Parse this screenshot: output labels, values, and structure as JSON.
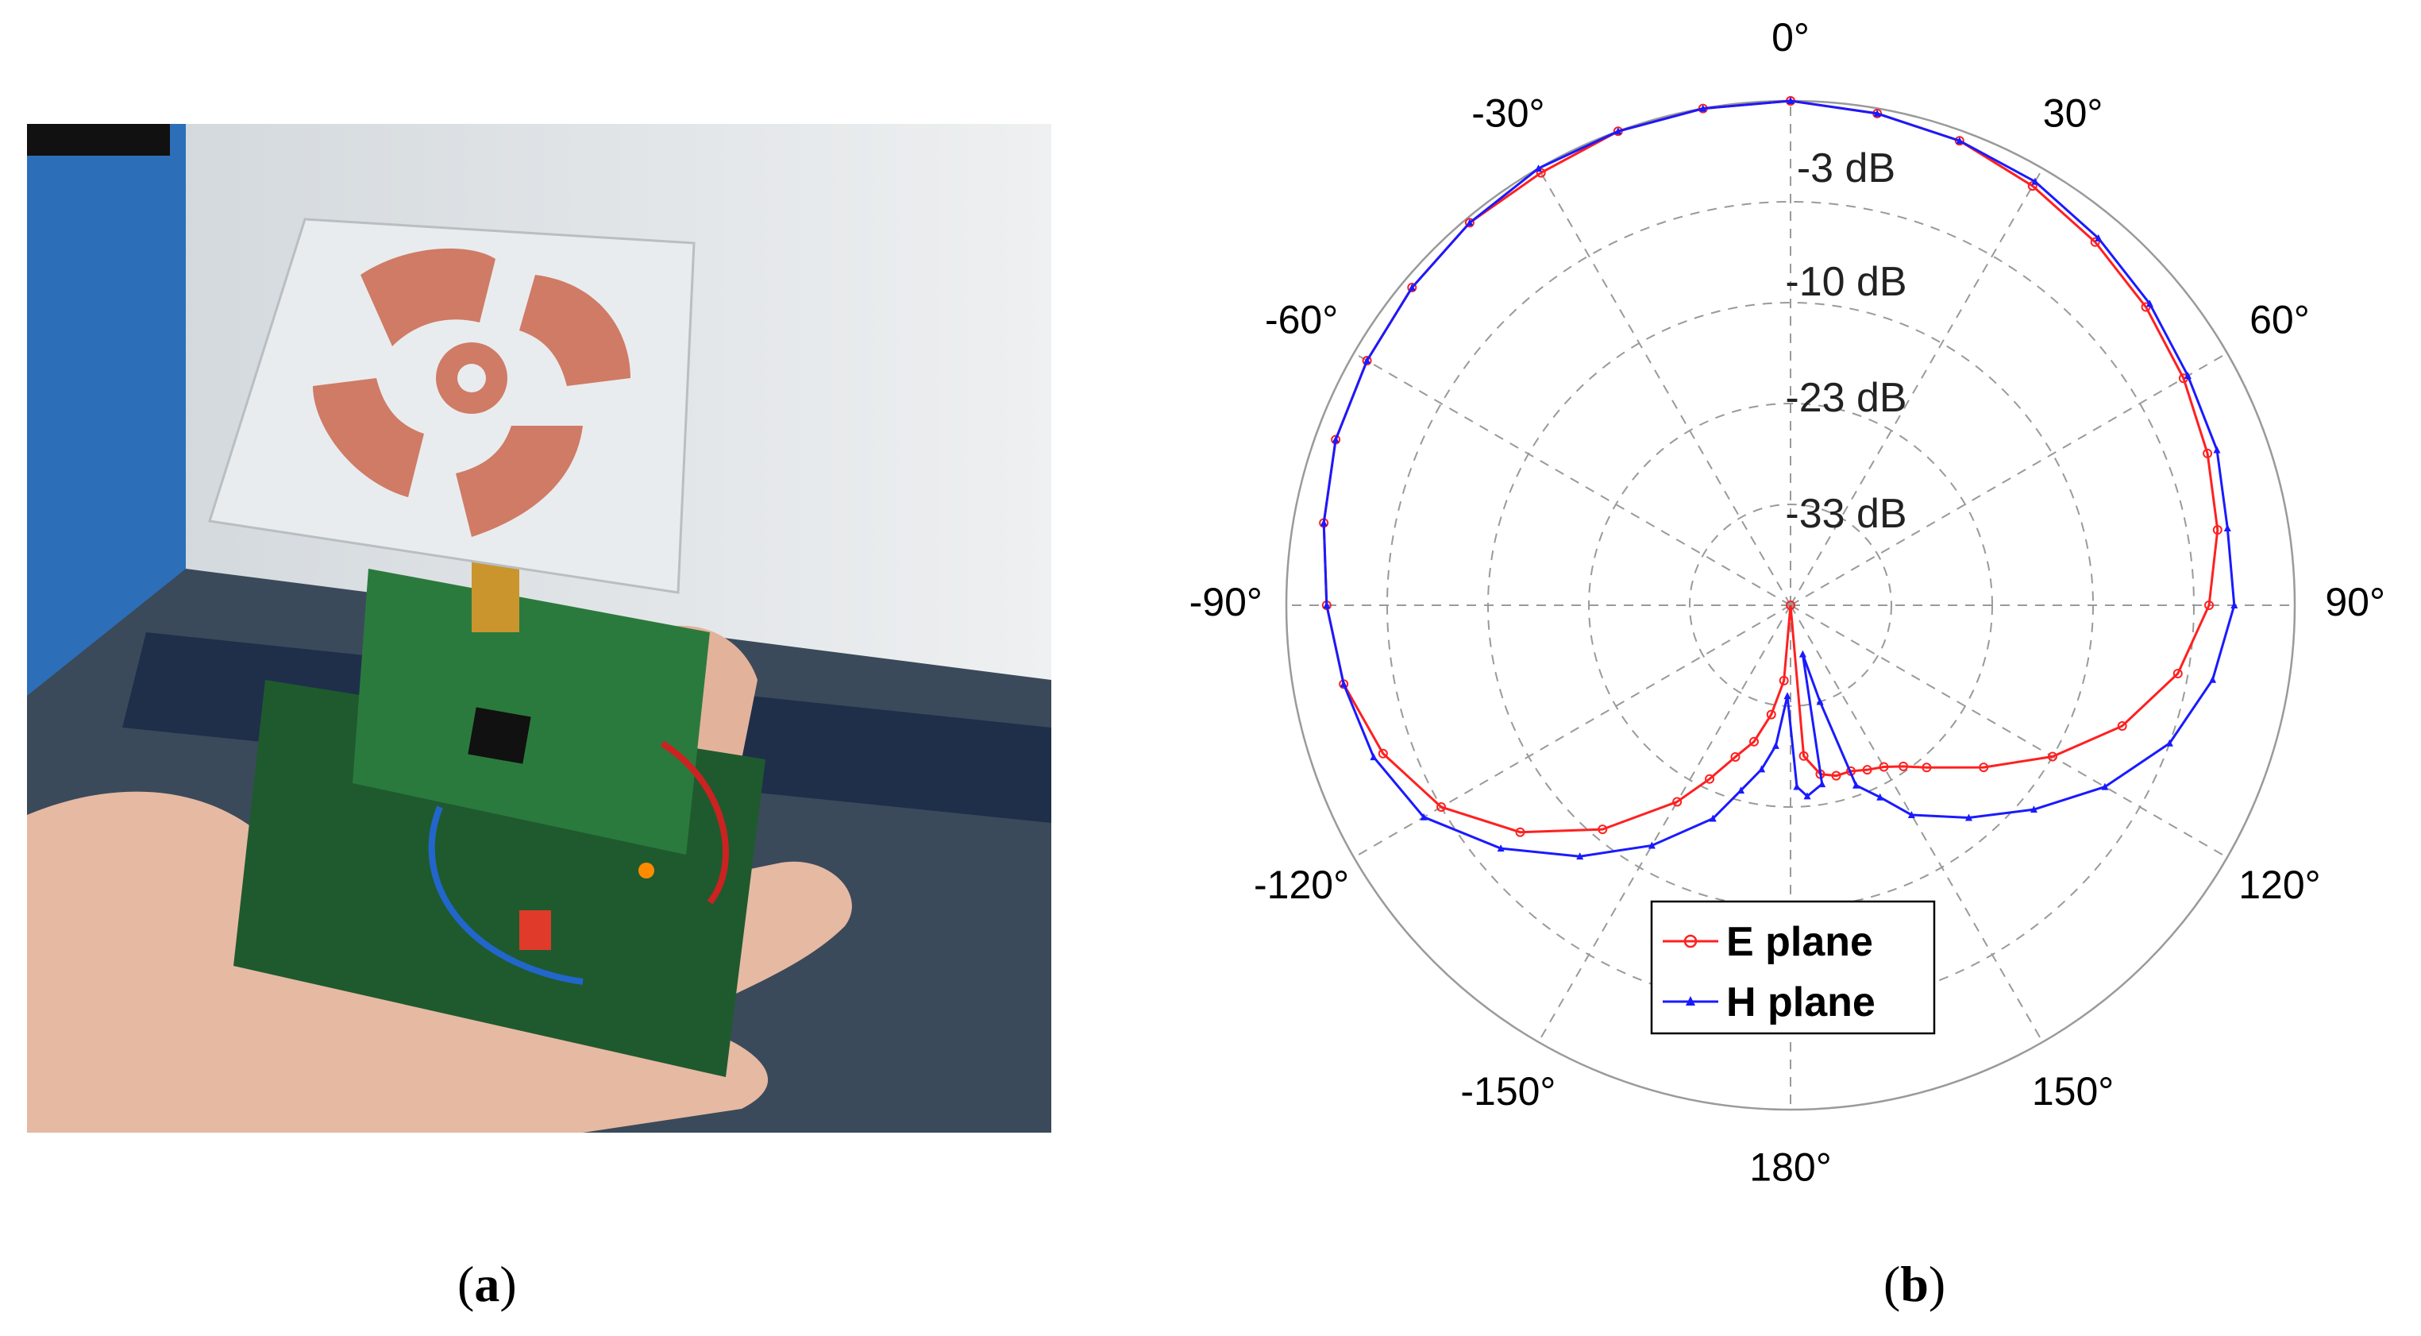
{
  "captions": {
    "a": "a",
    "b": "b",
    "open": "(",
    "close": ")"
  },
  "colors": {
    "e_plane": "#ff2020",
    "h_plane": "#1a1aff",
    "grid": "#9a9a9a"
  },
  "icons": {
    "photo": "antenna-device-photo"
  },
  "chart_data": {
    "type": "polar",
    "angle_labels": [
      "0°",
      "30°",
      "60°",
      "90°",
      "120°",
      "150°",
      "180°",
      "-150°",
      "-120°",
      "-90°",
      "-60°",
      "-30°"
    ],
    "angle_label_values": [
      0,
      30,
      60,
      90,
      120,
      150,
      180,
      -150,
      -120,
      -90,
      -60,
      -30
    ],
    "radial_labels": [
      "-3 dB",
      "-10 dB",
      "-23 dB",
      "-33 dB"
    ],
    "grid": true,
    "legend_position": "bottom-center",
    "legend": [
      "E plane",
      "H plane"
    ],
    "series": [
      {
        "name": "E plane",
        "marker": "circle",
        "angles": [
          0,
          10,
          20,
          30,
          40,
          50,
          60,
          70,
          80,
          90,
          100,
          110,
          120,
          130,
          140,
          145,
          150,
          155,
          160,
          165,
          170,
          175,
          180,
          185,
          190,
          195,
          200,
          205,
          210,
          220,
          230,
          240,
          250,
          260,
          270,
          280,
          290,
          300,
          310,
          320,
          330,
          340,
          350,
          360
        ],
        "r": [
          1.0,
          0.99,
          0.98,
          0.96,
          0.94,
          0.92,
          0.9,
          0.88,
          0.86,
          0.83,
          0.78,
          0.7,
          0.6,
          0.5,
          0.42,
          0.39,
          0.37,
          0.36,
          0.35,
          0.35,
          0.34,
          0.3,
          0.0,
          0.15,
          0.22,
          0.28,
          0.32,
          0.38,
          0.45,
          0.58,
          0.7,
          0.8,
          0.86,
          0.9,
          0.92,
          0.94,
          0.96,
          0.97,
          0.98,
          0.99,
          0.99,
          1.0,
          1.0,
          1.0
        ]
      },
      {
        "name": "H plane",
        "marker": "triangle",
        "angles": [
          0,
          10,
          20,
          30,
          40,
          50,
          60,
          70,
          80,
          90,
          100,
          110,
          120,
          130,
          140,
          150,
          155,
          160,
          163,
          166,
          170,
          175,
          178,
          182,
          186,
          190,
          195,
          200,
          210,
          220,
          230,
          240,
          250,
          260,
          270,
          280,
          290,
          300,
          310,
          320,
          330,
          340,
          350,
          360
        ],
        "r": [
          1.0,
          0.99,
          0.98,
          0.97,
          0.95,
          0.93,
          0.91,
          0.9,
          0.88,
          0.88,
          0.85,
          0.8,
          0.72,
          0.63,
          0.55,
          0.48,
          0.42,
          0.38,
          0.2,
          0.1,
          0.36,
          0.38,
          0.36,
          0.18,
          0.28,
          0.33,
          0.38,
          0.45,
          0.55,
          0.65,
          0.75,
          0.84,
          0.88,
          0.9,
          0.92,
          0.94,
          0.96,
          0.97,
          0.98,
          0.99,
          1.0,
          1.0,
          1.0,
          1.0
        ]
      }
    ]
  }
}
